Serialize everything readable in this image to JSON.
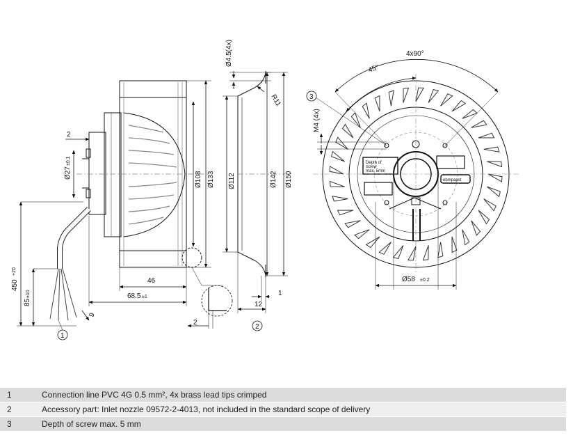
{
  "drawing": {
    "side_view": {
      "dims": {
        "cable_length": "450",
        "cable_length_tol": "+20",
        "cable_strip": "85",
        "cable_strip_tol": "±10",
        "rotor_hub": "Ø27",
        "rotor_hub_tol": "±0.1",
        "flange_step": "2",
        "motor_depth": "46",
        "overall_depth": "68.5",
        "overall_depth_tol": "±1",
        "lead_tip": "9",
        "dia_108": "Ø108",
        "dia_133": "Ø133"
      },
      "callout": "1"
    },
    "nozzle_view": {
      "dims": {
        "hole_dia": "Ø4.5(4x)",
        "radius": "R11",
        "dia_112": "Ø112",
        "dia_142": "Ø142",
        "dia_150": "Ø150",
        "width": "12",
        "lip": "1",
        "detail_step": "2"
      },
      "callout": "2"
    },
    "front_view": {
      "dims": {
        "pattern": "4x90°",
        "angle": "45°",
        "thread": "M4 (4x)",
        "inlet_dia": "Ø58",
        "inlet_dia_tol": "±0.2"
      },
      "label_depth_line1": "Depth of",
      "label_depth_line2": "screw",
      "label_depth_line3": "max. 5mm",
      "label_rotation": "ebmpapst",
      "callout": "3"
    }
  },
  "legend": [
    {
      "num": "1",
      "text": "Connection line PVC 4G 0.5 mm², 4x brass lead tips crimped"
    },
    {
      "num": "2",
      "text": "Accessory part: Inlet nozzle 09572-2-4013, not included in the standard scope of delivery"
    },
    {
      "num": "3",
      "text": "Depth of screw max. 5 mm"
    }
  ]
}
